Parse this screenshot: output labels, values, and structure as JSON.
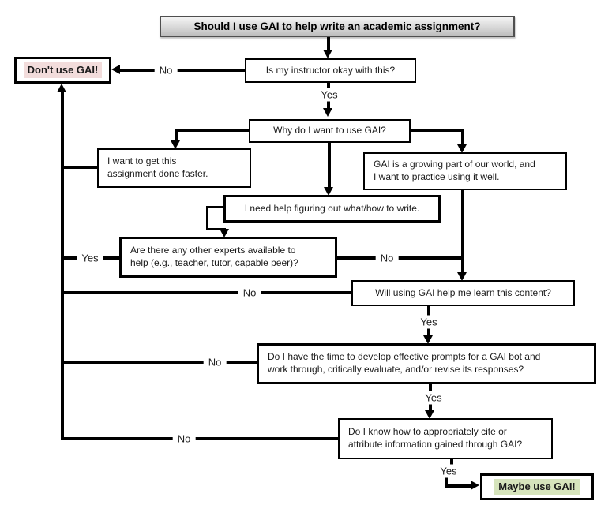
{
  "flowchart": {
    "nodes": {
      "start": {
        "label": "Should I use GAI to help write an academic assignment?"
      },
      "dont_use": {
        "label": "Don't use GAI!"
      },
      "instructor_ok": {
        "label": "Is my instructor okay with this?"
      },
      "why_use": {
        "label": "Why do I want to use GAI?"
      },
      "done_faster": {
        "lines": [
          "I want to get this",
          "assignment done faster."
        ]
      },
      "growing_world": {
        "lines": [
          "GAI is a growing part of our world, and",
          "I want to practice using it well."
        ]
      },
      "need_help": {
        "label": "I need help figuring out what/how to write."
      },
      "other_experts": {
        "lines": [
          "Are there any other experts available to",
          "help (e.g., teacher, tutor, capable peer)?"
        ]
      },
      "help_learn": {
        "label": "Will using GAI help me learn this content?"
      },
      "have_time": {
        "lines": [
          "Do I have the time to develop effective prompts for a GAI bot and",
          "work through, critically evaluate, and/or revise its responses?"
        ]
      },
      "know_cite": {
        "lines": [
          "Do I know how to appropriately cite or",
          "attribute information gained through GAI?"
        ]
      },
      "maybe_use": {
        "label": "Maybe use GAI!"
      }
    },
    "edge_labels": {
      "no_instructor": "No",
      "yes_instructor": "Yes",
      "yes_experts": "Yes",
      "no_experts": "No",
      "no_learn": "No",
      "yes_learn": "Yes",
      "no_time": "No",
      "yes_time": "Yes",
      "no_cite": "No",
      "yes_cite": "Yes"
    },
    "colors": {
      "dont_highlight": "#f2dcdb",
      "maybe_highlight": "#d6e4bc",
      "line": "#000000"
    }
  }
}
